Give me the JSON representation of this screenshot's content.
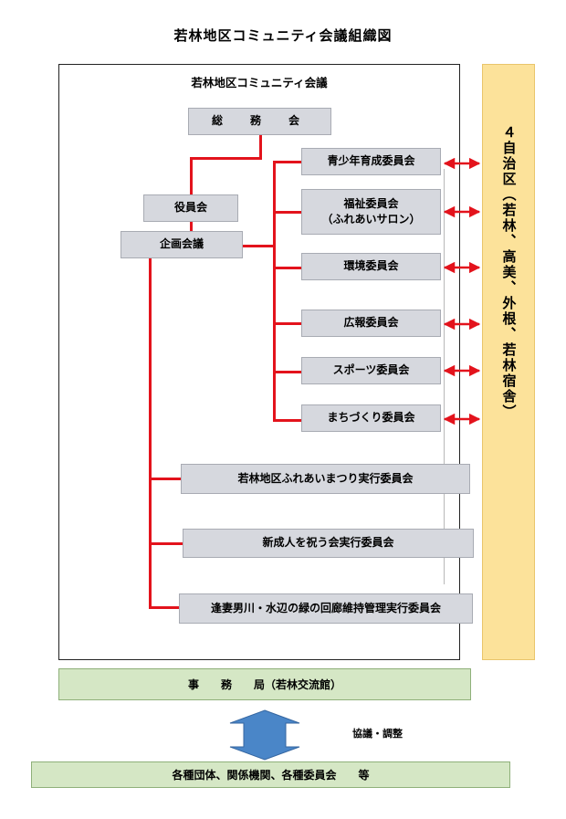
{
  "title": "若林地区コミュニティ会議組織図",
  "council_title": "若林地区コミュニティ会議",
  "general_affairs": "総　務　会",
  "officers": "役員会",
  "planning": "企画会議",
  "committees": [
    "青少年育成委員会",
    "福祉委員会\n（ふれあいサロン）",
    "環境委員会",
    "広報委員会",
    "スポーツ委員会",
    "まちづくり委員会"
  ],
  "exec_committees": [
    "若林地区ふれあいまつり実行委員会",
    "新成人を祝う会実行委員会",
    "逢妻男川・水辺の緑の回廊維持管理実行委員会"
  ],
  "autonomous_districts": "４自治区（若林、高美、外根、若林宿舎）",
  "secretariat": "事　　務　　局（若林交流館）",
  "consultation": "協議・調整",
  "organizations": "各種団体、関係機関、各種委員会　　等",
  "colors": {
    "connector": "#e3131c",
    "box_fill": "#d6d8de",
    "side_fill": "#fce29a",
    "green_fill": "#d5e7c5",
    "arrow_fill": "#4a86c8"
  }
}
